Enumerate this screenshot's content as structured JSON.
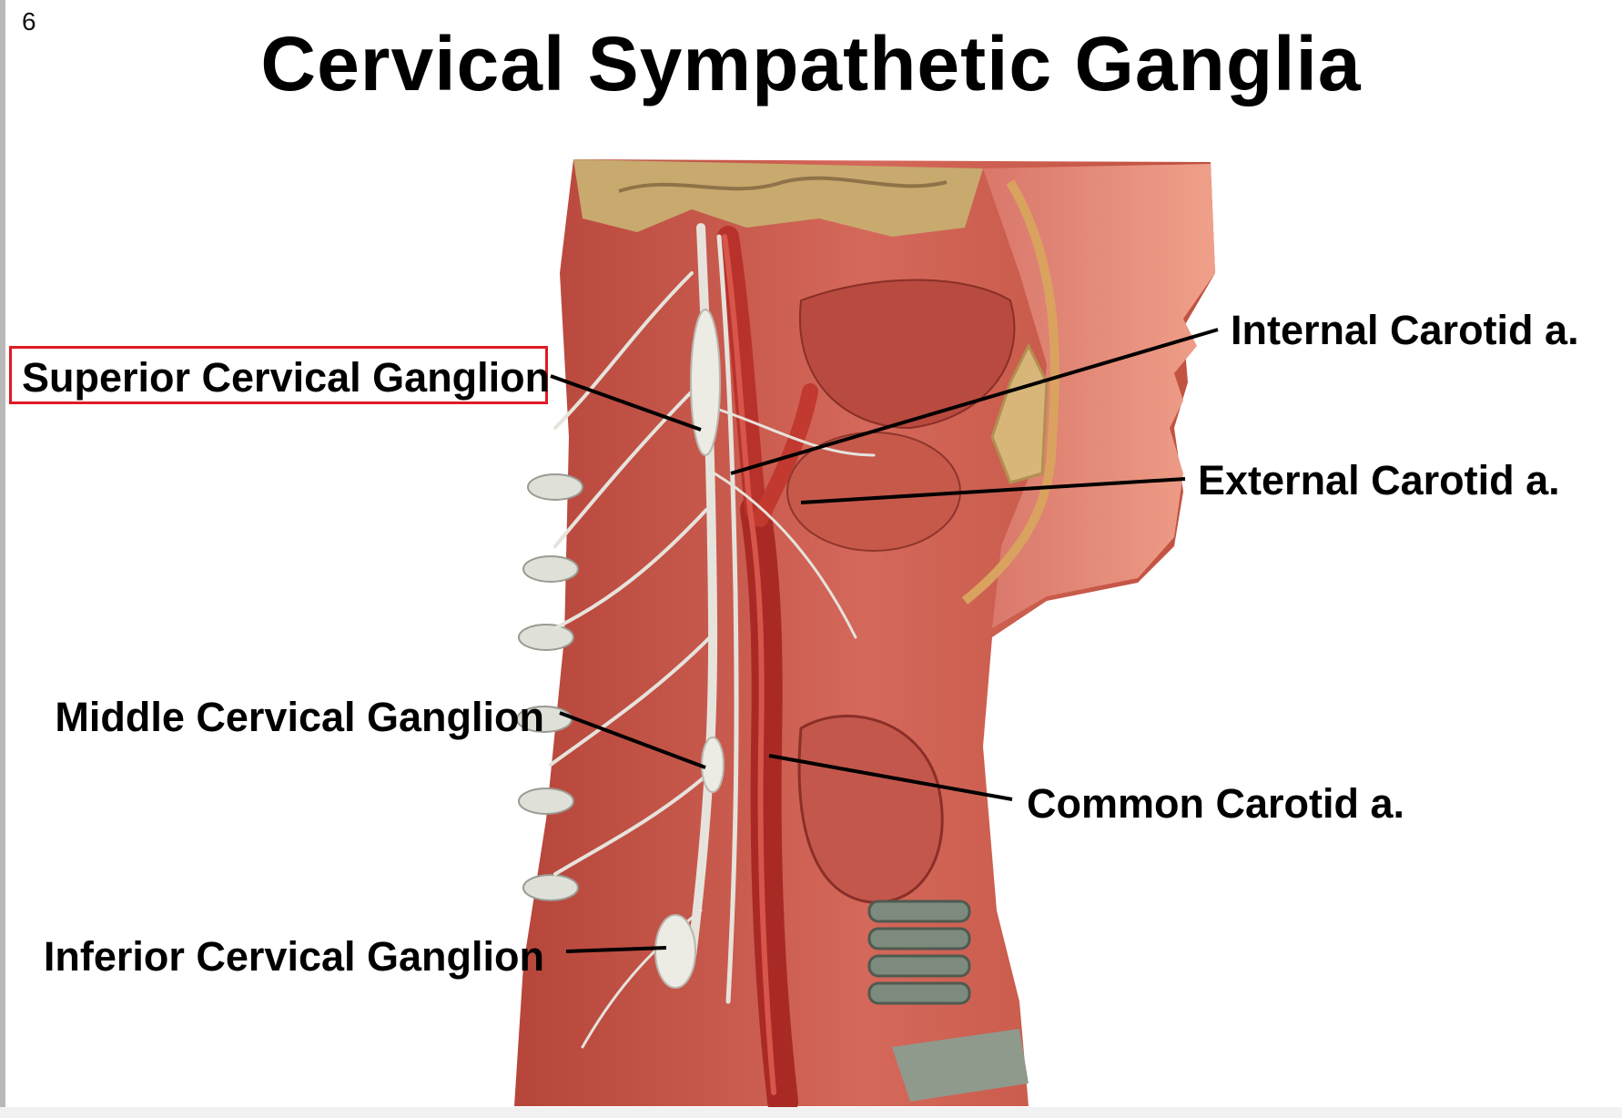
{
  "slide": {
    "page_number": "6",
    "title": "Cervical Sympathetic Ganglia"
  },
  "labels": {
    "superior_ganglion": "Superior Cervical Ganglion",
    "middle_ganglion": "Middle Cervical Ganglion",
    "inferior_ganglion": "Inferior Cervical Ganglion",
    "internal_carotid": "Internal Carotid a.",
    "external_carotid": "External Carotid a.",
    "common_carotid": "Common Carotid a."
  },
  "colors": {
    "highlight_box": "#e01a24",
    "leader_line": "#000000",
    "muscle": "#c9564a",
    "artery": "#b8322b",
    "nerve": "#e6e3dc",
    "skin": "#e8907b",
    "bone": "#c8a96e"
  }
}
